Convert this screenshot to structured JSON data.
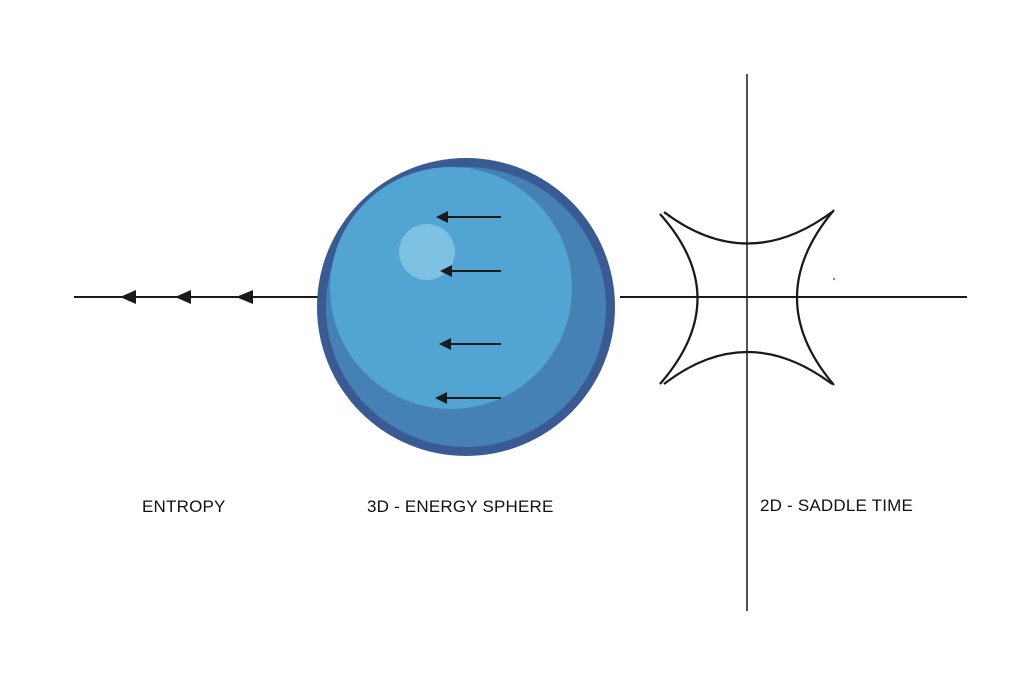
{
  "labels": {
    "entropy": "ENTROPY",
    "sphere": "3D - ENERGY SPHERE",
    "saddle": "2D - SADDLE TIME"
  },
  "colors": {
    "line": "#1a1a1a",
    "sphere_rim": "#3a5a93",
    "sphere_shade": "#4581b4",
    "sphere_main": "#52a5d3",
    "sphere_highlight": "#7cc1e2",
    "background": "#ffffff"
  },
  "icons": {
    "entropy_arrows": "left-arrowhead",
    "sphere_arrows": "left-arrow"
  }
}
